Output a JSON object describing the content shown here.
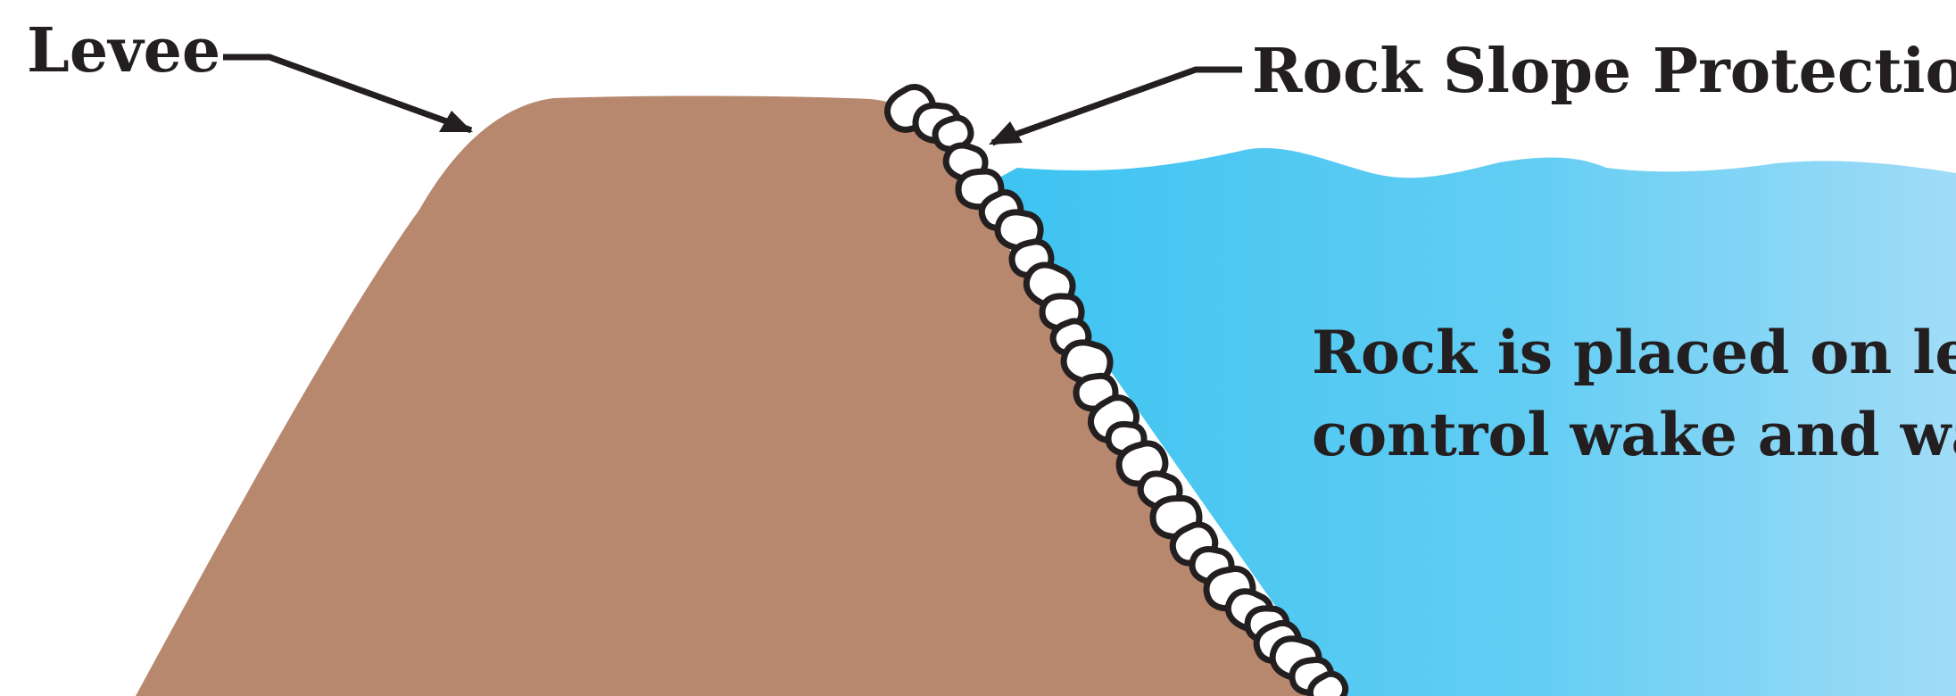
{
  "labels": {
    "levee": "Levee",
    "rock_slope": "Rock Slope Protection",
    "desc_line1": "Rock is placed on levee",
    "desc_line2": "control wake and wave"
  },
  "colors": {
    "levee_fill": "#b7876e",
    "water_deep": "#3cc3f1",
    "water_light": "#a0dcf7",
    "rock_fill": "#ffffff",
    "outline": "#231f20"
  }
}
